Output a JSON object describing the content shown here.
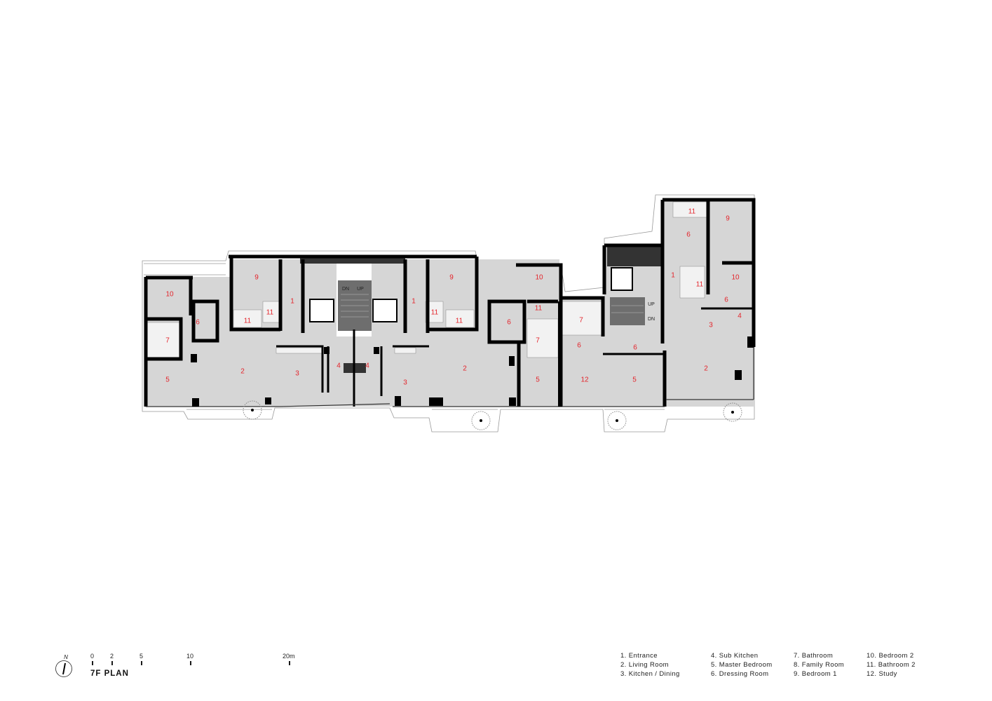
{
  "plan_title": "7F PLAN",
  "north_label": "N",
  "scale_bar": {
    "ticks": [
      "0",
      "2",
      "5",
      "10",
      "20m"
    ],
    "values_m": [
      0,
      2,
      5,
      10,
      20
    ]
  },
  "legend": [
    "1. Entrance",
    "2. Living Room",
    "3. Kitchen / Dining",
    "4. Sub Kitchen",
    "5. Master Bedroom",
    "6. Dressing Room",
    "7. Bathroom",
    "8. Family Room",
    "9. Bedroom 1",
    "10. Bedroom 2",
    "11. Bathroom 2",
    "12. Study"
  ],
  "stair_labels": {
    "dn": "DN",
    "up": "UP"
  },
  "room_numbers": [
    "10",
    "6",
    "7",
    "5",
    "9",
    "11",
    "11",
    "1",
    "2",
    "3",
    "4",
    "4",
    "1",
    "9",
    "11",
    "11",
    "3",
    "2",
    "10",
    "11",
    "6",
    "7",
    "5",
    "7",
    "6",
    "12",
    "6",
    "5",
    "11",
    "9",
    "6",
    "1",
    "11",
    "10",
    "6",
    "4",
    "3",
    "2"
  ],
  "colors": {
    "room_label": "#e4242b",
    "floor": "#d6d6d6",
    "wall": "#000000",
    "core": "#6e6e6e"
  }
}
